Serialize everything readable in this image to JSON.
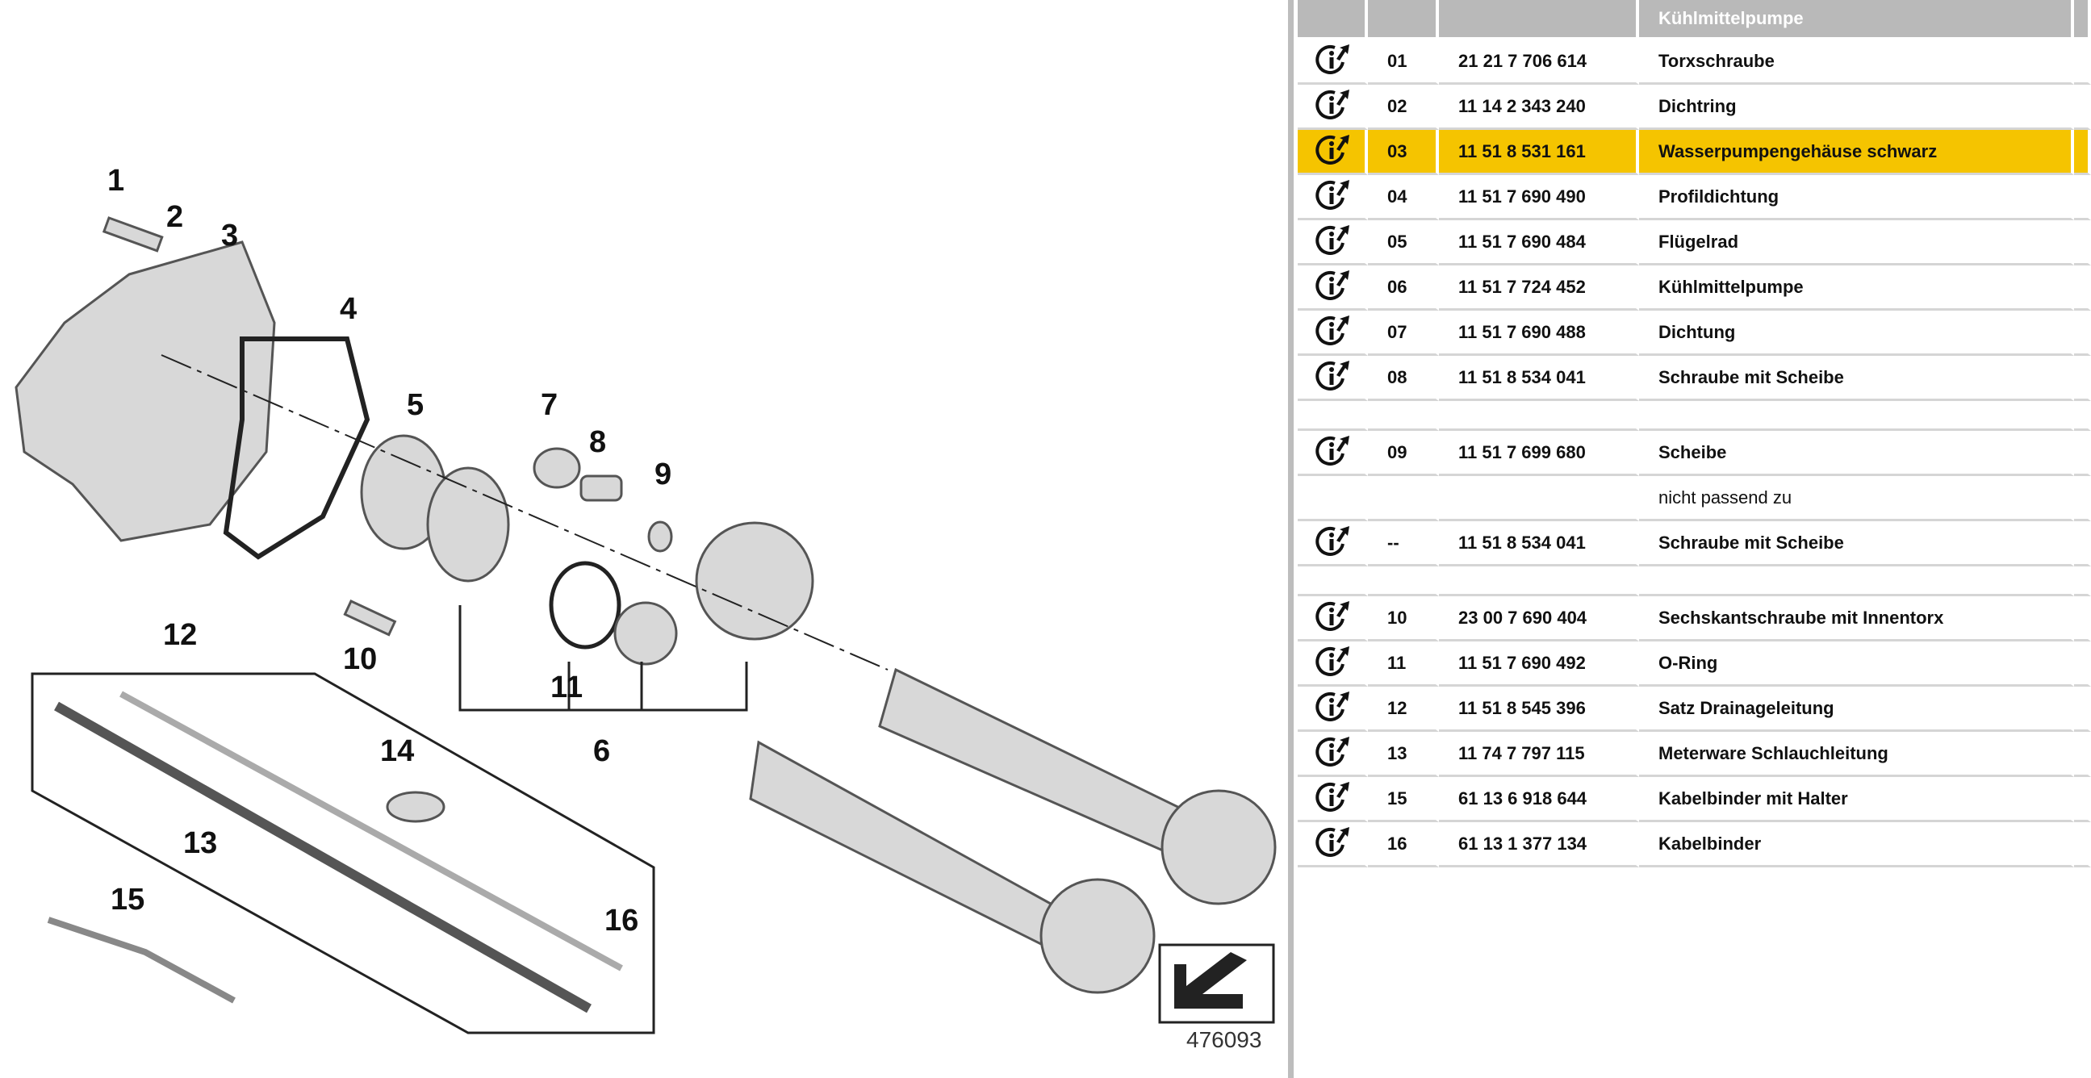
{
  "diagram": {
    "callouts": [
      "1",
      "2",
      "3",
      "4",
      "5",
      "6",
      "7",
      "8",
      "9",
      "10",
      "11",
      "12",
      "13",
      "14",
      "15",
      "16"
    ],
    "diagram_number": "476093"
  },
  "table": {
    "header": "Kühlmittelpumpe",
    "rows": [
      {
        "type": "part",
        "pos": "01",
        "number": "21 21 7 706 614",
        "name": "Torxschraube"
      },
      {
        "type": "part",
        "pos": "02",
        "number": "11 14 2 343 240",
        "name": "Dichtring"
      },
      {
        "type": "part",
        "pos": "03",
        "number": "11 51 8 531 161",
        "name": "Wasserpumpengehäuse schwarz",
        "selected": true
      },
      {
        "type": "part",
        "pos": "04",
        "number": "11 51 7 690 490",
        "name": "Profildichtung"
      },
      {
        "type": "part",
        "pos": "05",
        "number": "11 51 7 690 484",
        "name": "Flügelrad"
      },
      {
        "type": "part",
        "pos": "06",
        "number": "11 51 7 724 452",
        "name": "Kühlmittelpumpe"
      },
      {
        "type": "part",
        "pos": "07",
        "number": "11 51 7 690 488",
        "name": "Dichtung"
      },
      {
        "type": "part",
        "pos": "08",
        "number": "11 51 8 534 041",
        "name": "Schraube mit Scheibe"
      },
      {
        "type": "blank"
      },
      {
        "type": "part",
        "pos": "09",
        "number": "11 51 7 699 680",
        "name": "Scheibe"
      },
      {
        "type": "note",
        "name": "nicht passend zu"
      },
      {
        "type": "part",
        "pos": "--",
        "number": "11 51 8 534 041",
        "name": "Schraube mit Scheibe"
      },
      {
        "type": "blank"
      },
      {
        "type": "part",
        "pos": "10",
        "number": "23 00 7 690 404",
        "name": "Sechskantschraube mit Innentorx"
      },
      {
        "type": "part",
        "pos": "11",
        "number": "11 51 7 690 492",
        "name": "O-Ring"
      },
      {
        "type": "part",
        "pos": "12",
        "number": "11 51 8 545 396",
        "name": "Satz Drainageleitung"
      },
      {
        "type": "part",
        "pos": "13",
        "number": "11 74 7 797 115",
        "name": "Meterware Schlauchleitung"
      },
      {
        "type": "part",
        "pos": "15",
        "number": "61 13 6 918 644",
        "name": "Kabelbinder mit Halter"
      },
      {
        "type": "part",
        "pos": "16",
        "number": "61 13 1 377 134",
        "name": "Kabelbinder"
      }
    ]
  },
  "colors": {
    "selected_row": "#f5c400",
    "header_bg": "#b9b9b9"
  }
}
